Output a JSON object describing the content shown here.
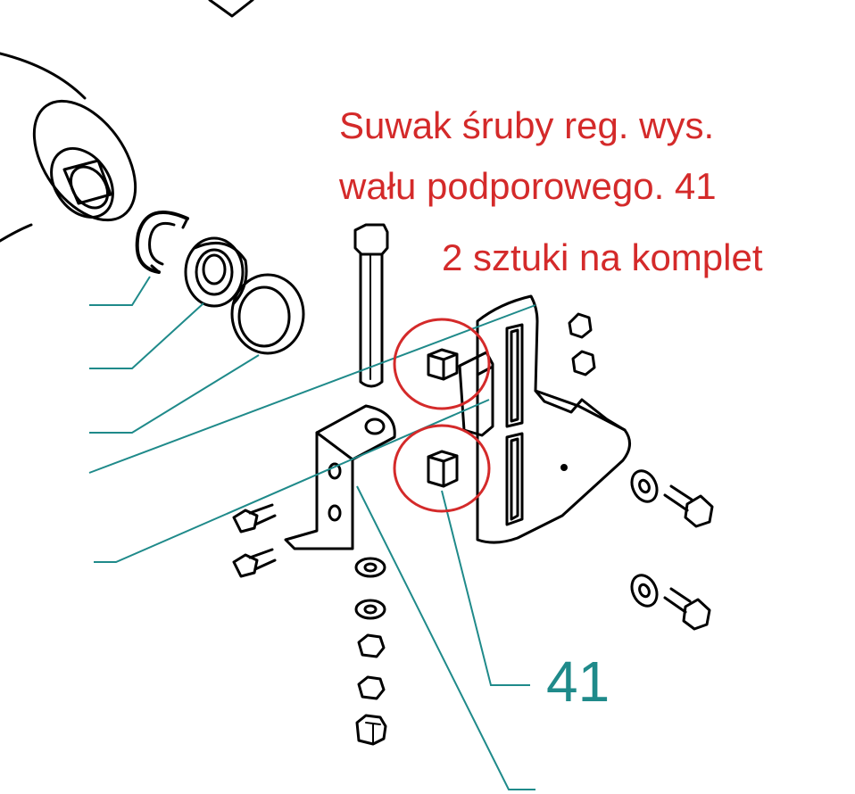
{
  "annotation": {
    "lines": [
      "Suwak śruby reg. wys.",
      "wału podporowego. 41",
      "2 sztuki na komplet"
    ],
    "color": "#d42a2a"
  },
  "callout": {
    "part_number": "41",
    "leader_color": "#1f8a8a"
  },
  "highlight_circle_color": "#d42a2a",
  "drawing_line_color": "#000000"
}
